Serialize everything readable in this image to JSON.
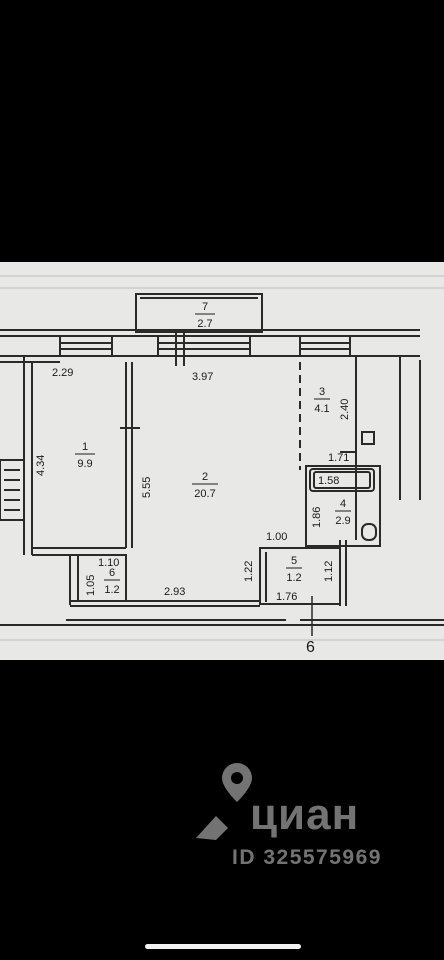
{
  "rooms": [
    {
      "number": "1",
      "area": "9.9"
    },
    {
      "number": "2",
      "area": "20.7"
    },
    {
      "number": "3",
      "area": "4.1"
    },
    {
      "number": "4",
      "area": "2.9"
    },
    {
      "number": "5",
      "area": "1.2"
    },
    {
      "number": "6",
      "area": "1.2"
    },
    {
      "number": "7",
      "area": "2.7"
    }
  ],
  "dimensions": [
    "2.29",
    "3.97",
    "4.34",
    "5.55",
    "2.40",
    "1.71",
    "1.58",
    "1.86",
    "1.00",
    "1.22",
    "1.12",
    "1.10",
    "1.05",
    "2.93",
    "1.76"
  ],
  "axis_label": "6",
  "watermark": {
    "brand": "циан",
    "id": "ID 325575969"
  },
  "colors": {
    "background": "#000000",
    "paper": "#e8e8e6",
    "ink": "#1b1b1b"
  }
}
